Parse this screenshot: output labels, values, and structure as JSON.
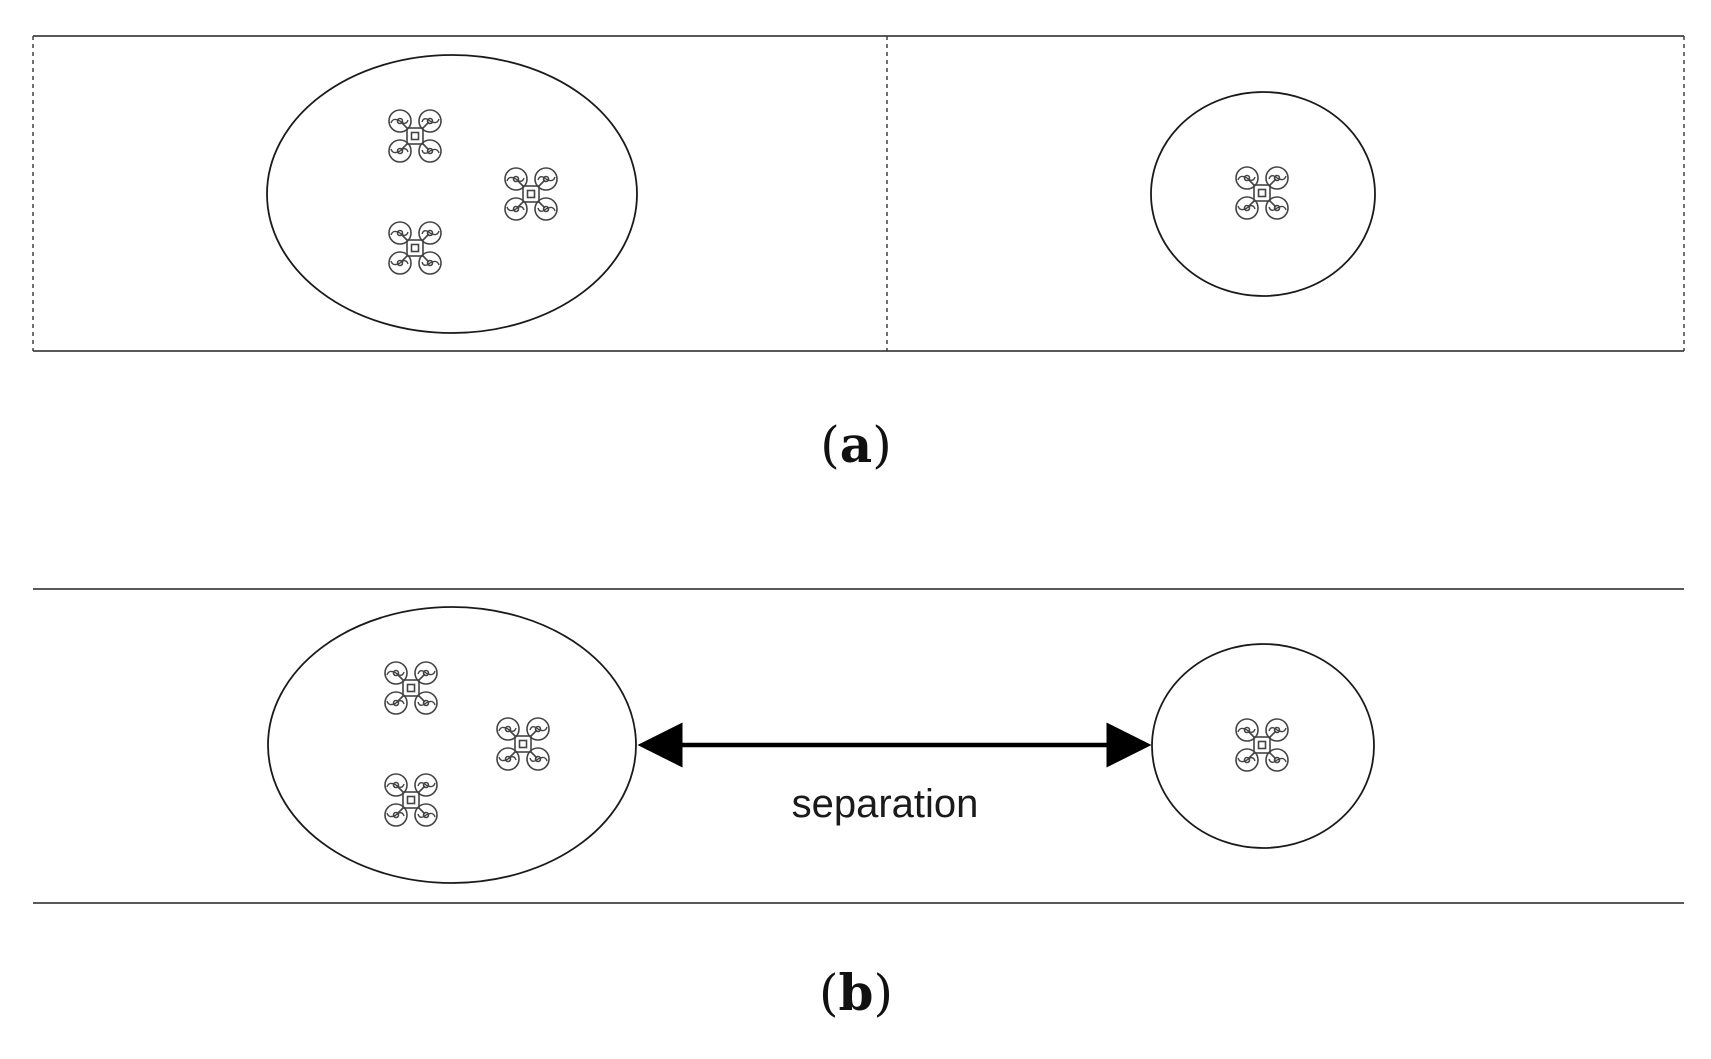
{
  "figure": {
    "panels": [
      {
        "id": "a",
        "caption_label": "a",
        "left_group": {
          "drone_count": 3
        },
        "right_group": {
          "drone_count": 1
        }
      },
      {
        "id": "b",
        "caption_label": "b",
        "left_group": {
          "drone_count": 3
        },
        "right_group": {
          "drone_count": 1
        },
        "arrow_label": "separation"
      }
    ]
  },
  "colors": {
    "line": "#222222",
    "drone": "#444444",
    "arrow": "#000000"
  },
  "icons": [
    "quadcopter-drone-icon"
  ]
}
